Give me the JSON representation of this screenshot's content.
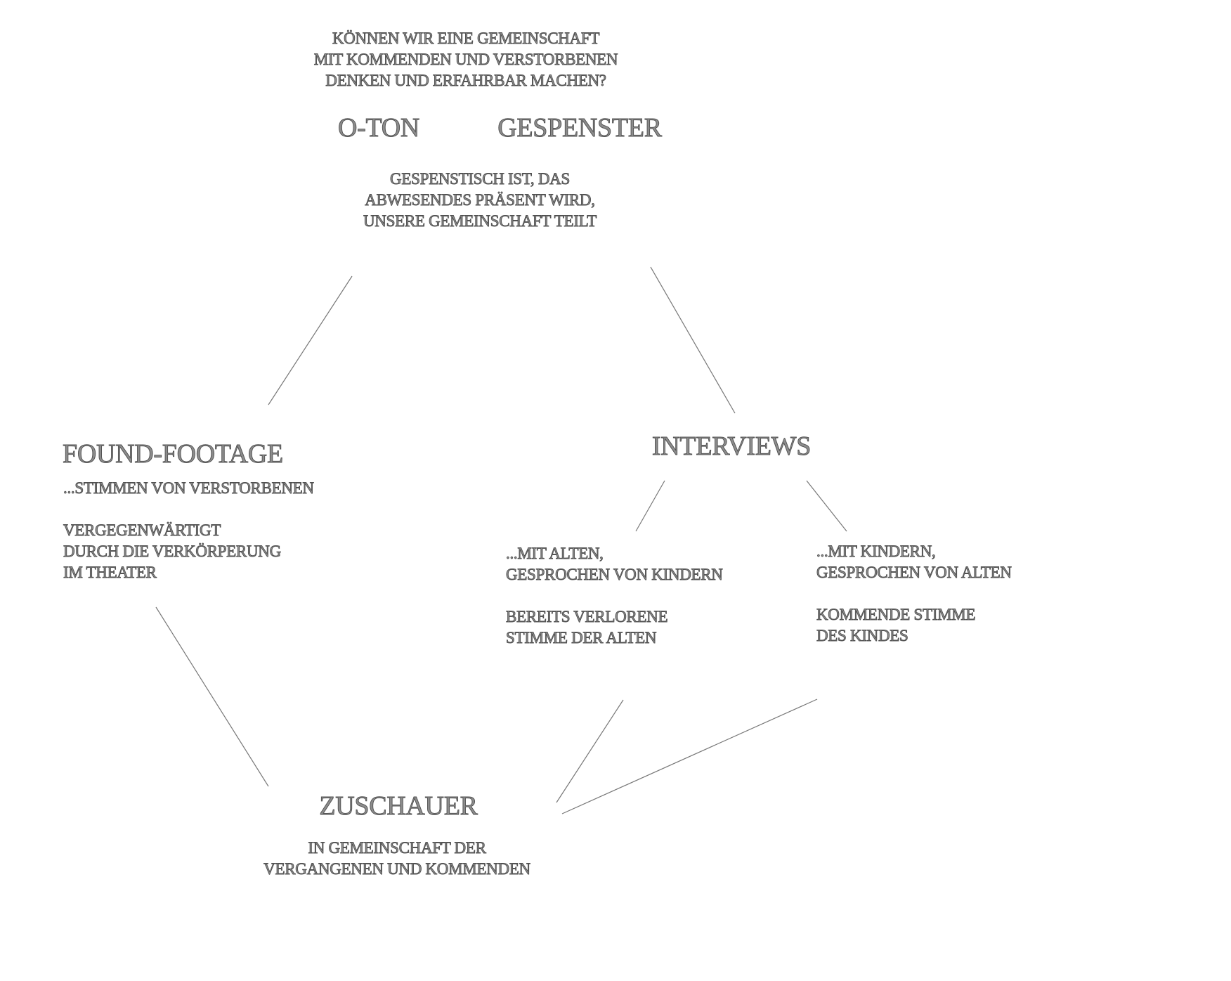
{
  "question": [
    "KÖNNEN WIR EINE GEMEINSCHAFT",
    "MIT KOMMENDEN UND VERSTORBENEN",
    "DENKEN UND ERFAHRBAR MACHEN?"
  ],
  "heading_oton": "O-TON",
  "heading_gespenster": "GESPENSTER",
  "gespenster_text": [
    "GESPENSTISCH IST, DAS",
    "ABWESENDES PRÄSENT WIRD,",
    "UNSERE GEMEINSCHAFT TEILT"
  ],
  "found_footage": {
    "title": "FOUND-FOOTAGE",
    "subtitle": "...STIMMEN VON VERSTORBENEN",
    "text": [
      "VERGEGENWÄRTIGT",
      "DURCH DIE VERKÖRPERUNG",
      "IM THEATER"
    ]
  },
  "interviews": {
    "title": "INTERVIEWS",
    "alten": {
      "intro": [
        "...MIT ALTEN,",
        "GESPROCHEN VON KINDERN"
      ],
      "text": [
        "BEREITS VERLORENE",
        "STIMME DER ALTEN"
      ]
    },
    "kinder": {
      "intro": [
        "...MIT KINDERN,",
        "GESPROCHEN VON ALTEN"
      ],
      "text": [
        "KOMMENDE STIMME",
        "DES KINDES"
      ]
    }
  },
  "zuschauer": {
    "title": "ZUSCHAUER",
    "text": [
      "IN GEMEINSCHAFT DER",
      "VERGANGENEN UND KOMMENDEN"
    ]
  }
}
